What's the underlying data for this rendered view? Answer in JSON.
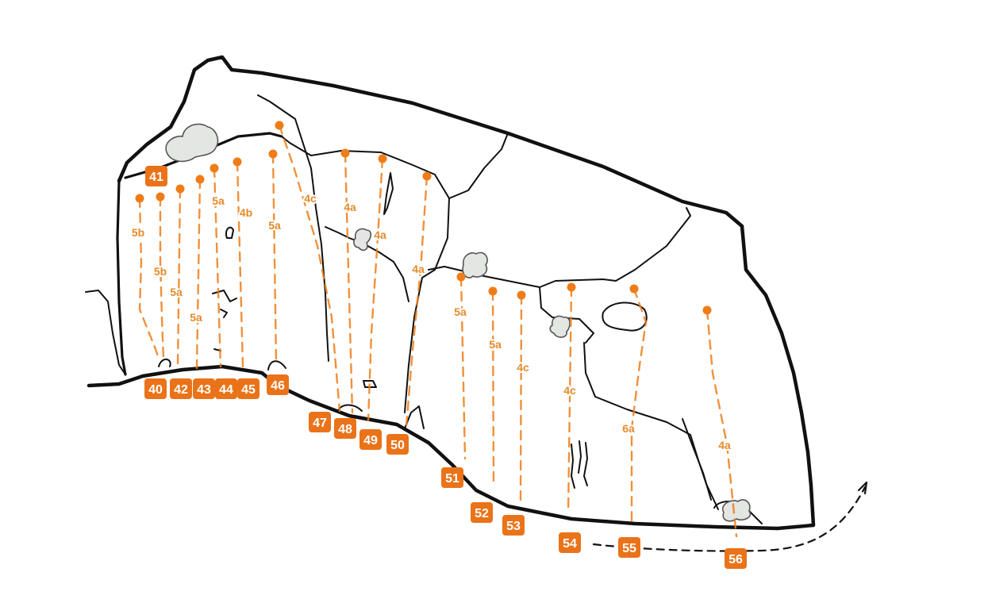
{
  "colors": {
    "route": "#ef7d17",
    "grade_text": "#e58a28",
    "badge": "#ea7319",
    "badge_text": "#ffffff",
    "rock": "#111111"
  },
  "routes": [
    {
      "number": "40",
      "grade": "5b"
    },
    {
      "number": "41",
      "grade": "5b"
    },
    {
      "number": "42",
      "grade": "5a"
    },
    {
      "number": "43",
      "grade": "5a"
    },
    {
      "number": "44",
      "grade": "5a"
    },
    {
      "number": "45",
      "grade": "4b"
    },
    {
      "number": "46",
      "grade": "5a"
    },
    {
      "number": "47",
      "grade": "4c"
    },
    {
      "number": "48",
      "grade": "4a"
    },
    {
      "number": "49",
      "grade": "4a"
    },
    {
      "number": "50",
      "grade": "4a"
    },
    {
      "number": "51",
      "grade": "5a"
    },
    {
      "number": "52",
      "grade": "5a"
    },
    {
      "number": "53",
      "grade": "4c"
    },
    {
      "number": "54",
      "grade": "4c"
    },
    {
      "number": "55",
      "grade": "6a"
    },
    {
      "number": "56",
      "grade": "4a"
    }
  ]
}
